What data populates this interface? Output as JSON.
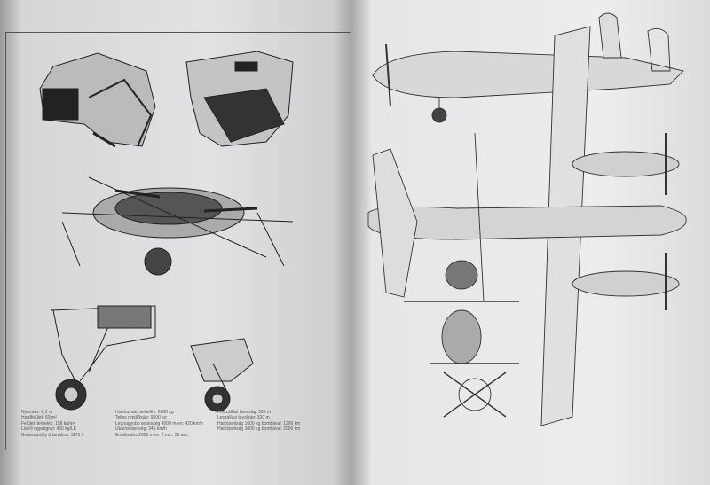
{
  "specs": {
    "col1": [
      "Nyomtáv: 6,1 m",
      "Hordfelület: 60 m²",
      "Felületi terhelés: 158 kg/m²",
      "Lóerő egységnyi: 460 kg/LE",
      "Benzintartály űrtartalma: 1175 l"
    ],
    "col2": [
      "Hordozható terhelés: 2800 kg",
      "Teljes repülősúly: 9500 kg",
      "Legnagyobb sebesség 4000 m-en: 420 km/h",
      "Utazósebesség: 345 km/h",
      "Emelkedés 2000 m-re: 7 min. 30 sec."
    ],
    "col3": [
      "Felszállási távolság: 360 m",
      "Leszállási távolság: 320 m",
      "Hatótávolság 1600 kg bombával: 1200 km",
      "Hatótávolság 1000 kg bombával: 2000 km"
    ]
  }
}
